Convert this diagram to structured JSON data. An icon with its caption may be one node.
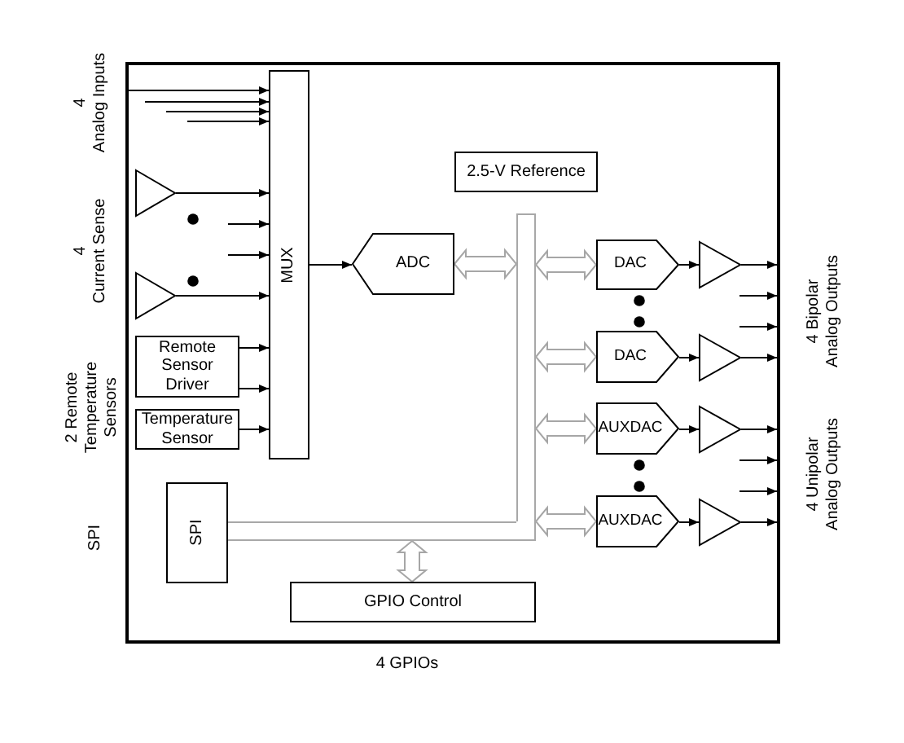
{
  "diagram": {
    "nodes": [
      {
        "text": [],
        "shape": "box"
      },
      {
        "text": [],
        "shape": "triangle",
        "in": 0
      },
      {
        "text": [],
        "shape": "triangle",
        "in": 0
      },
      {
        "text": [
          "Remote Sensor Driver"
        ],
        "in": 0
      },
      {
        "text": [
          "Temperature Sensor"
        ],
        "in": 0
      },
      {
        "text": [
          "SPI"
        ],
        "in": 0
      },
      {
        "text": [
          "MUX"
        ],
        "in": 0
      },
      {
        "text": [
          "2.5-V Reference"
        ],
        "in": 0
      },
      {
        "text": [
          "ADC"
        ],
        "in": 0
      },
      {
        "text": [],
        "shape": "bar",
        "in": 0
      },
      {
        "text": [],
        "shape": "bar",
        "in": 0
      },
      {
        "text": [
          "GPIO Control"
        ],
        "in": 0
      },
      {
        "text": [
          "DAC"
        ],
        "in": 0
      },
      {
        "text": [
          "DAC"
        ],
        "in": 0
      },
      {
        "text": [
          "AUXDAC"
        ],
        "in": 0
      },
      {
        "text": [
          "AUXDAC"
        ],
        "in": 0
      },
      {
        "text": [],
        "shape": "triangle",
        "in": 0
      },
      {
        "text": [],
        "shape": "triangle",
        "in": 0
      },
      {
        "text": [],
        "shape": "triangle",
        "in": 0
      },
      {
        "text": [],
        "shape": "triangle",
        "in": 0
      },
      {
        "text": [
          "4 Bipolar Analog Outputs"
        ]
      },
      {
        "text": [
          "4 Unipolar Analog Outputs"
        ]
      }
    ],
    "edges": [
      {
        "from": null,
        "to": 6,
        "arrow": "to"
      },
      {
        "from": null,
        "to": 6,
        "arrow": "to"
      },
      {
        "from": null,
        "to": 6,
        "arrow": "to"
      },
      {
        "from": null,
        "to": 6,
        "arrow": "to"
      },
      {
        "from": 1,
        "to": 6,
        "arrow": "to"
      },
      {
        "from": null,
        "to": 6,
        "arrow": "to"
      },
      {
        "from": null,
        "to": 6,
        "arrow": "to"
      },
      {
        "from": 2,
        "to": 6,
        "arrow": "to"
      },
      {
        "from": 3,
        "to": 6,
        "arrow": "to"
      },
      {
        "from": 3,
        "to": 6,
        "arrow": "to"
      },
      {
        "from": 4,
        "to": 6,
        "arrow": "to"
      },
      {
        "from": 6,
        "to": 8,
        "arrow": "to"
      },
      {
        "from": 8,
        "to": 9,
        "arrow": "both",
        "style": "thick",
        "color": "#a6a6a6"
      },
      {
        "from": 10,
        "to": 11,
        "arrow": "both",
        "style": "thick",
        "color": "#a6a6a6"
      },
      {
        "from": 9,
        "to": 12,
        "arrow": "both",
        "style": "thick",
        "color": "#a6a6a6"
      },
      {
        "from": 9,
        "to": 13,
        "arrow": "both",
        "style": "thick",
        "color": "#a6a6a6"
      },
      {
        "from": 9,
        "to": 14,
        "arrow": "both",
        "style": "thick",
        "color": "#a6a6a6"
      },
      {
        "from": 9,
        "to": 15,
        "arrow": "both",
        "style": "thick",
        "color": "#a6a6a6"
      },
      {
        "from": 12,
        "to": 16,
        "arrow": "to"
      },
      {
        "from": 16,
        "to": 20,
        "arrow": "to"
      },
      {
        "from": 13,
        "to": 17,
        "arrow": "to"
      },
      {
        "from": 17,
        "to": 20,
        "arrow": "to"
      },
      {
        "from": 14,
        "to": 18,
        "arrow": "to"
      },
      {
        "from": 18,
        "to": 21,
        "arrow": "to"
      },
      {
        "from": 15,
        "to": 19,
        "arrow": "to"
      },
      {
        "from": 19,
        "to": 21,
        "arrow": "to"
      },
      {
        "from": null,
        "to": 20,
        "arrow": "to"
      },
      {
        "from": null,
        "to": 20,
        "arrow": "to"
      },
      {
        "from": null,
        "to": 21,
        "arrow": "to"
      },
      {
        "from": null,
        "to": 21,
        "arrow": "to"
      }
    ],
    "labels": [
      "4 Analog Inputs",
      "4 Current Sense",
      "2 Remote Temperature Sensors",
      "SPI",
      "4 GPIOs"
    ]
  }
}
